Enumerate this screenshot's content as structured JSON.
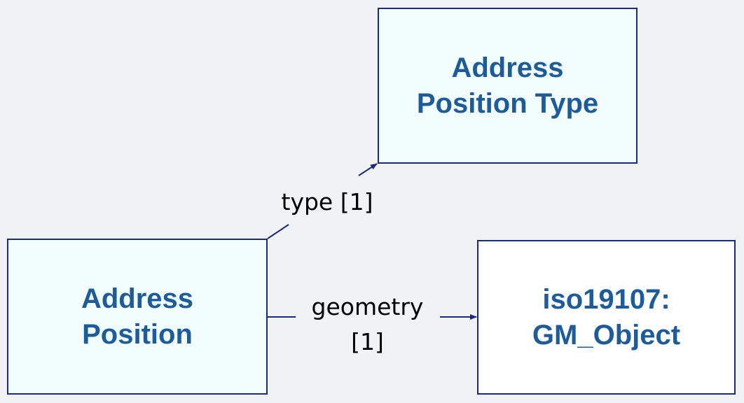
{
  "diagram": {
    "nodes": {
      "address_position_type": {
        "lines": [
          "Address",
          "Position Type"
        ]
      },
      "address_position": {
        "lines": [
          "Address",
          "Position"
        ]
      },
      "gm_object": {
        "lines": [
          "iso19107:",
          "GM_Object"
        ]
      }
    },
    "edges": {
      "type": {
        "from": "Address Position",
        "to": "Address Position Type",
        "label": "type [1]"
      },
      "geometry": {
        "from": "Address Position",
        "to": "iso19107: GM_Object",
        "label_lines": [
          "geometry",
          "[1]"
        ]
      }
    },
    "colors": {
      "background": "#f1f2f4",
      "box_fill_light": "#f2fefe",
      "box_fill_white": "#ffffff",
      "border": "#1a2a80",
      "node_text": "#1d5b9a",
      "connector": "#1a2a80",
      "label_text": "#000000"
    }
  }
}
